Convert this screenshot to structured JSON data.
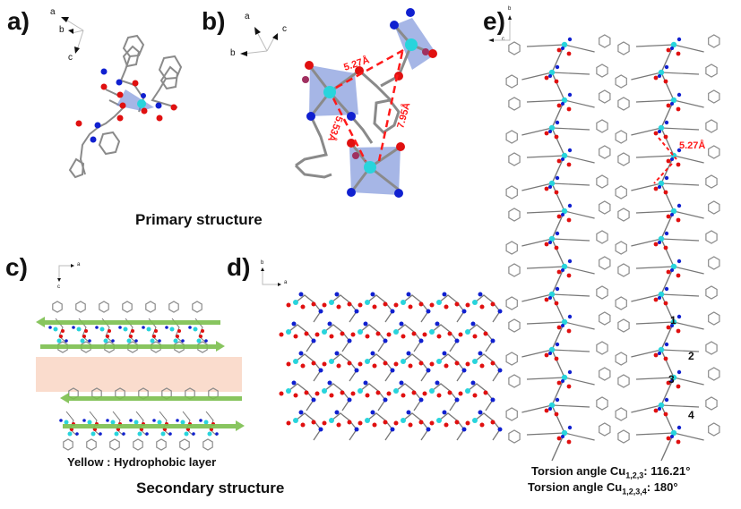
{
  "figure": {
    "panels": {
      "a": {
        "label": "a)",
        "axes": [
          "a",
          "b",
          "c"
        ]
      },
      "b": {
        "label": "b)",
        "axes": [
          "a",
          "b",
          "c"
        ],
        "distances": [
          "5.27Å",
          "7.95Å",
          "5.53Å"
        ]
      },
      "c": {
        "label": "c)",
        "axes": [
          "a",
          "c"
        ],
        "legend": "Yellow : Hydrophobic layer"
      },
      "d": {
        "label": "d)",
        "axes": [
          "b",
          "a"
        ]
      },
      "e": {
        "label": "e)",
        "axes": [
          "b",
          "c"
        ],
        "distance": "5.27Å",
        "site_numbers": [
          "1",
          "2",
          "3",
          "4"
        ]
      }
    },
    "captions": {
      "primary": "Primary structure",
      "secondary": "Secondary structure"
    },
    "torsion": {
      "line1_prefix": "Torsion angle Cu",
      "line1_sub": "1,2,3",
      "line1_value": ": 116.21°",
      "line2_prefix": "Torsion angle Cu",
      "line2_sub": "1,2,3,4",
      "line2_value": ": 180°"
    },
    "colors": {
      "copper": "#28d4dc",
      "oxygen": "#e01010",
      "nitrogen": "#1020d0",
      "carbon": "#888888",
      "polyhedron": "#6a86d6",
      "hbond_arrow": "#7cbf4e",
      "hydrophobic_layer": "#f9d6c4",
      "distance": "#ff1a1a"
    }
  }
}
